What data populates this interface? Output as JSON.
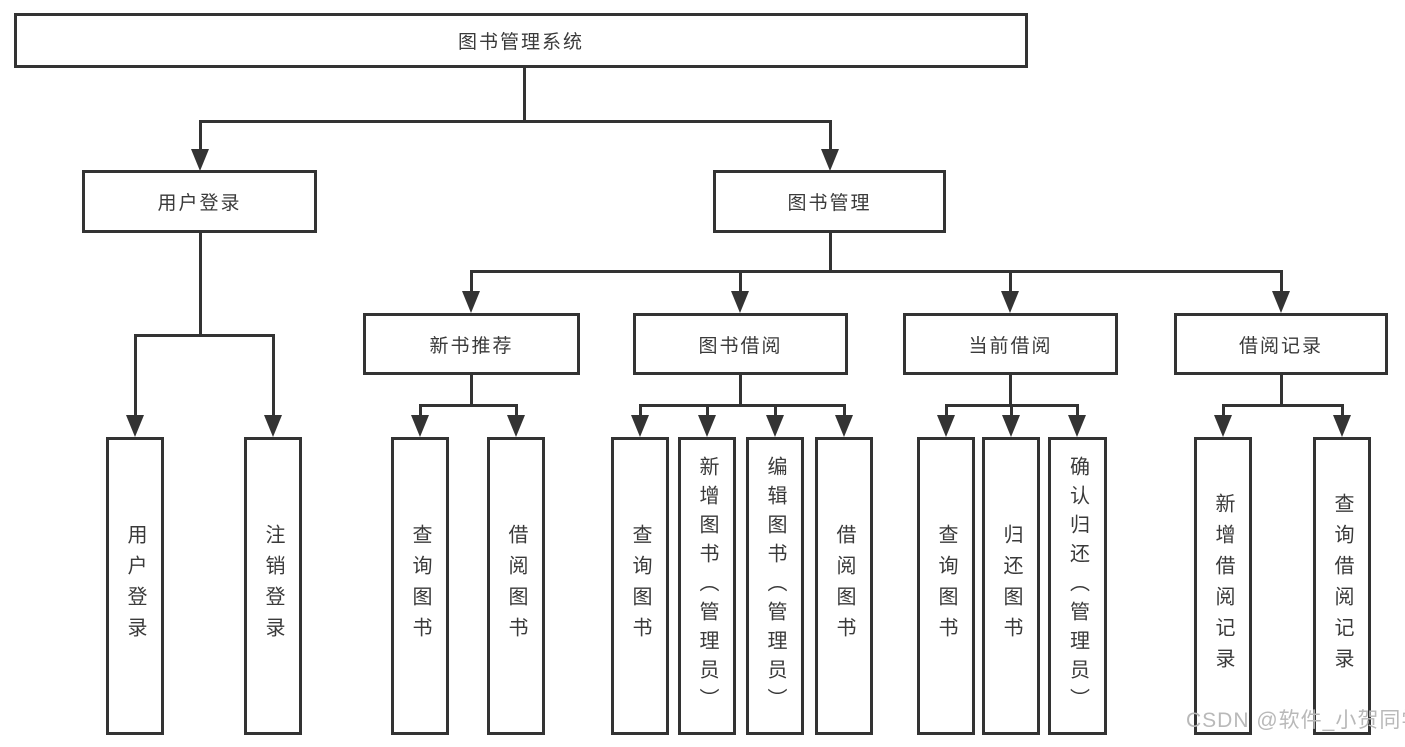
{
  "diagram": {
    "root": {
      "label": "图书管理系统"
    },
    "user_login": {
      "label": "用户登录",
      "children": [
        {
          "label": "用户登录"
        },
        {
          "label": "注销登录"
        }
      ]
    },
    "book_management": {
      "label": "图书管理",
      "sections": [
        {
          "label": "新书推荐",
          "children": [
            {
              "label": "查询图书"
            },
            {
              "label": "借阅图书"
            }
          ]
        },
        {
          "label": "图书借阅",
          "children": [
            {
              "label": "查询图书"
            },
            {
              "label": "新增图书（管理员）"
            },
            {
              "label": "编辑图书（管理员）"
            },
            {
              "label": "借阅图书"
            }
          ]
        },
        {
          "label": "当前借阅",
          "children": [
            {
              "label": "查询图书"
            },
            {
              "label": "归还图书"
            },
            {
              "label": "确认归还（管理员）"
            }
          ]
        },
        {
          "label": "借阅记录",
          "children": [
            {
              "label": "新增借阅记录"
            },
            {
              "label": "查询借阅记录"
            }
          ]
        }
      ]
    },
    "watermark": "CSDN @软件_小贺同学"
  },
  "colors": {
    "line": "#333333",
    "box_border": "#333333",
    "text": "#3a3a3a",
    "watermark": "#b9b9b9",
    "background": "#ffffff"
  }
}
